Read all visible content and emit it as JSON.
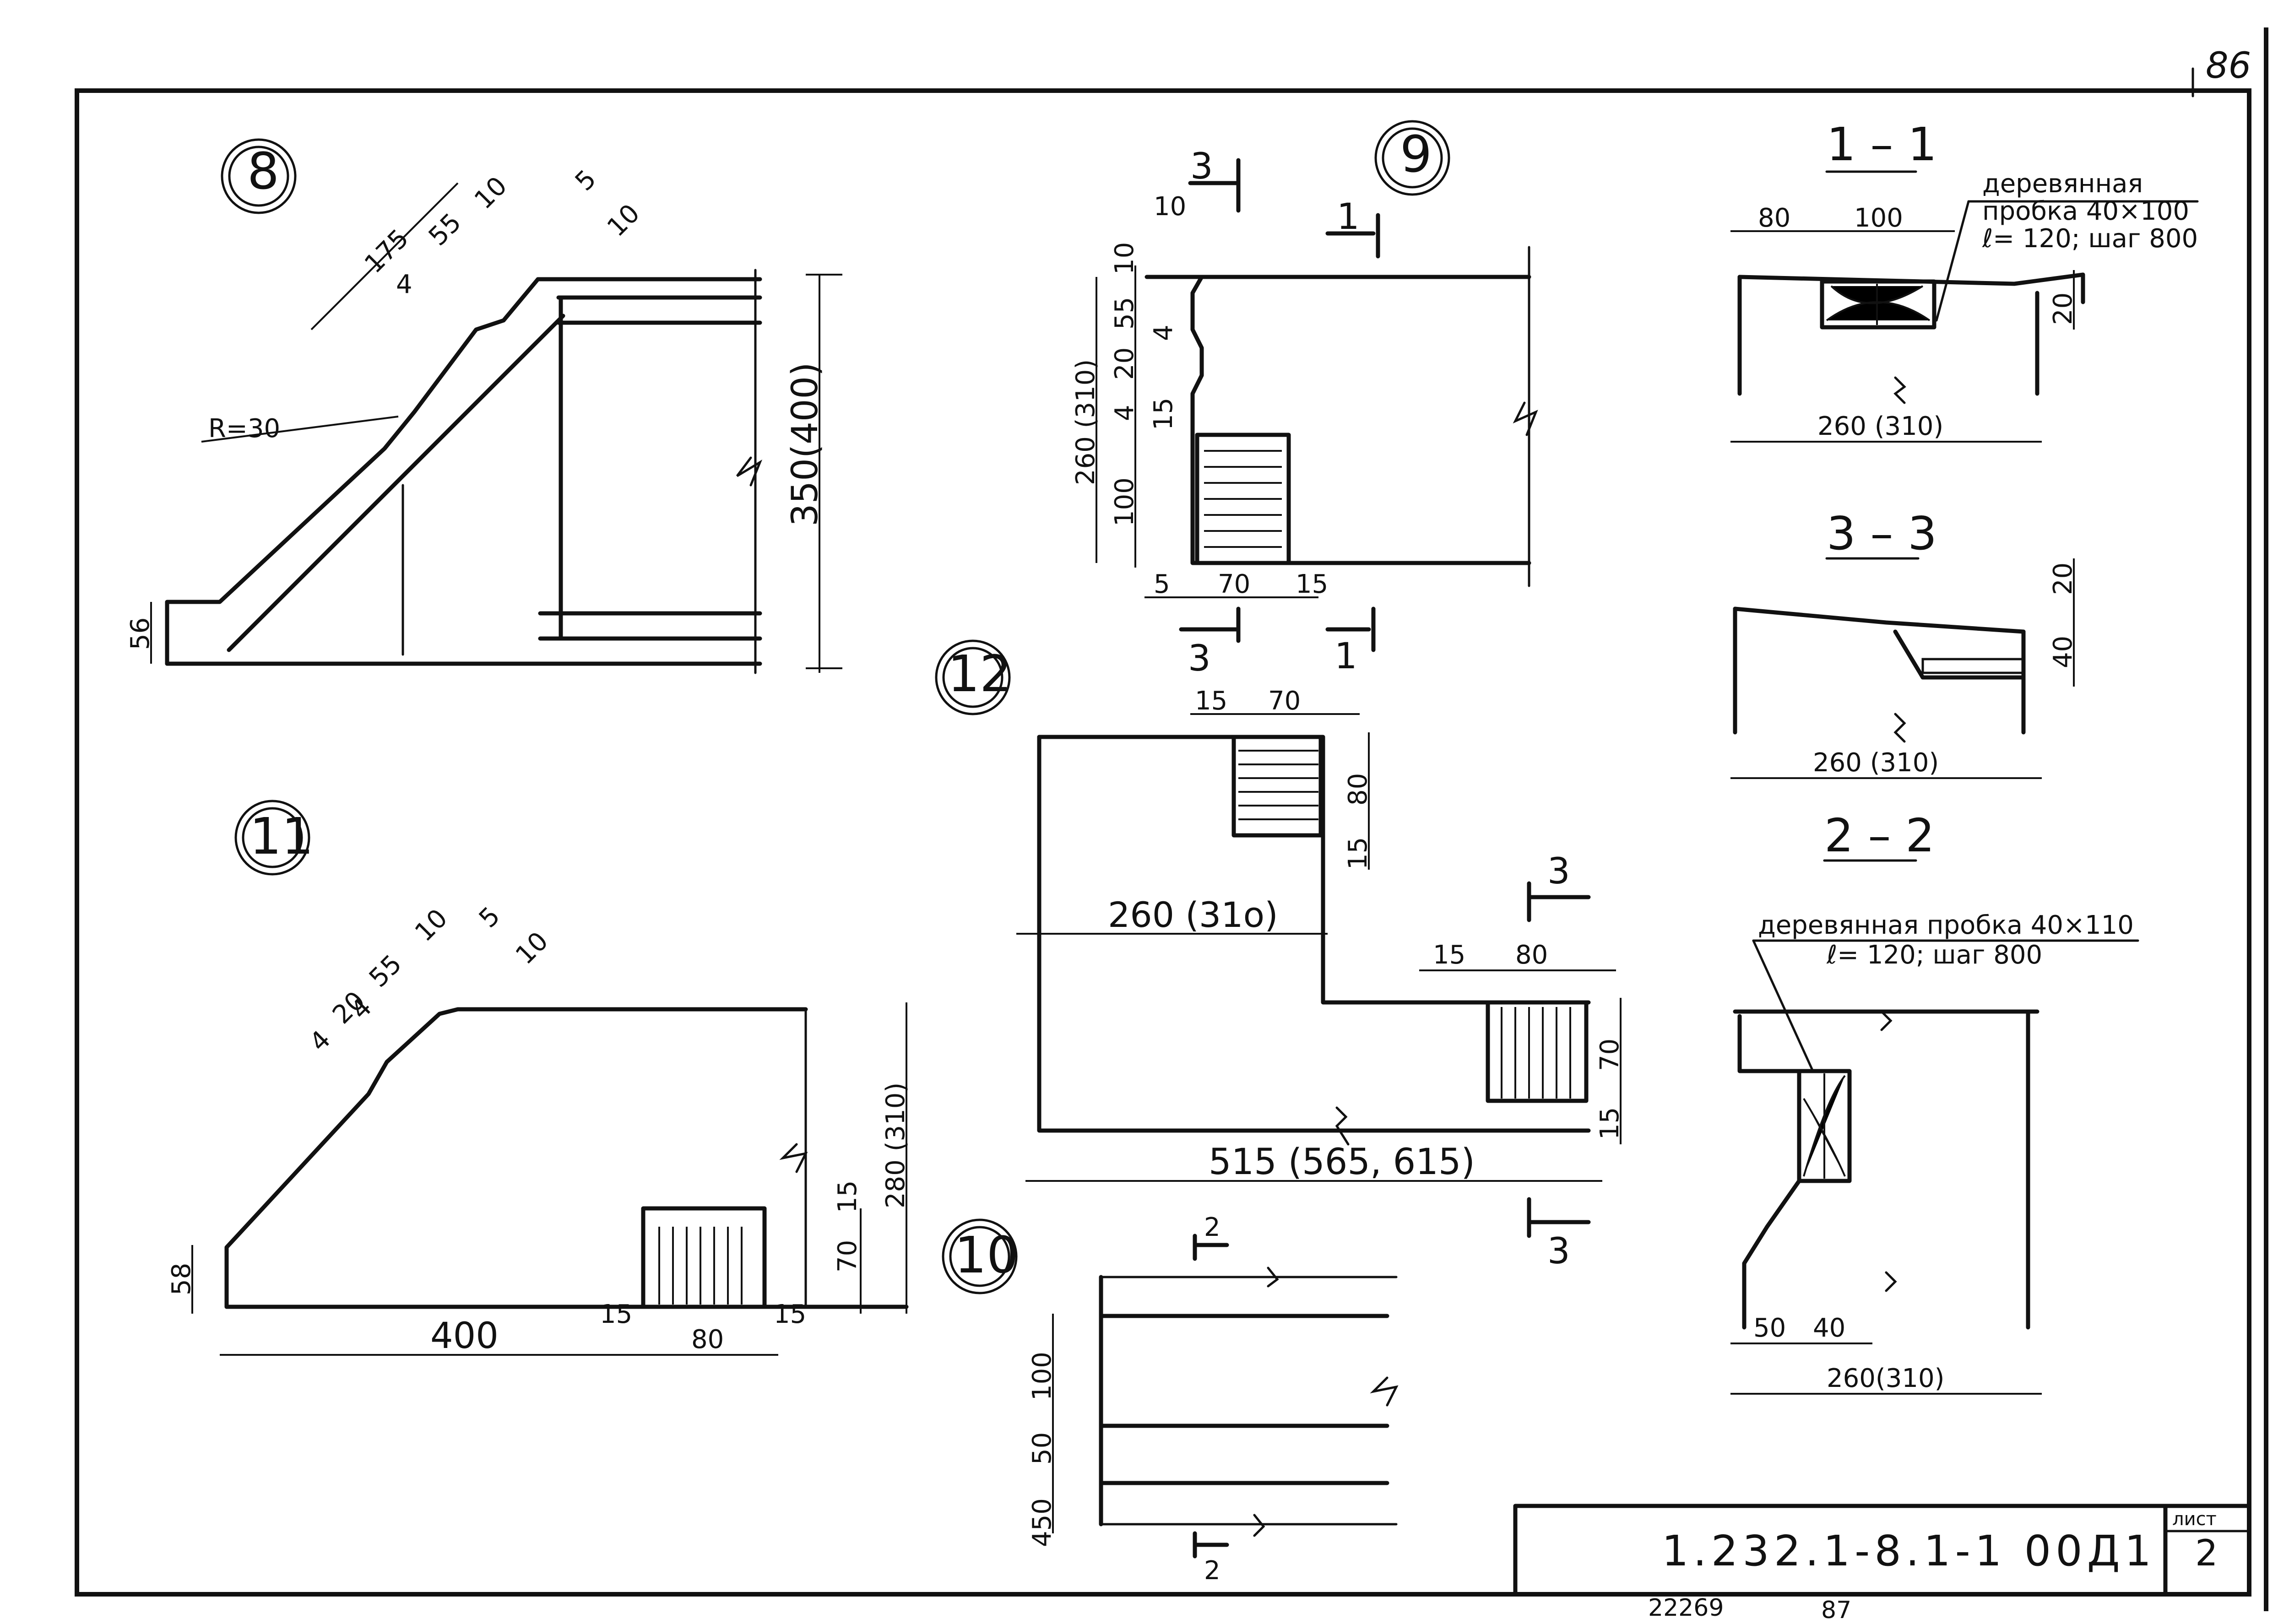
{
  "sheet": {
    "corner_page": "86",
    "title_code": "1.232.1-8.1-1 00Д1",
    "sheet_label": "лист",
    "sheet_number": "2",
    "bottom_number_left": "22269",
    "bottom_number_right": "87"
  },
  "node8": {
    "number": "8",
    "dims": [
      "175",
      "55",
      "10",
      "4",
      "5",
      "10",
      "350(400)",
      "56"
    ],
    "radius": "R=30"
  },
  "node9": {
    "number": "9",
    "cut_3": "3",
    "cut_1": "1",
    "dims_top": [
      "10"
    ],
    "dims_left": [
      "10",
      "55",
      "4",
      "20",
      "4",
      "15",
      "100"
    ],
    "dim_total": "260 (310)",
    "dims_bottom": [
      "5",
      "70",
      "15"
    ]
  },
  "node12": {
    "number": "12",
    "dims_top": [
      "15",
      "70"
    ],
    "dims_right_top": [
      "80",
      "15"
    ],
    "dim_mid": "260 (31о)",
    "dims_right_bottom": [
      "15",
      "80"
    ],
    "dims_right_side": [
      "70",
      "15"
    ],
    "dim_total": "515 (565, 615)",
    "cut": "3"
  },
  "node11": {
    "number": "11",
    "dims_chamfer": [
      "4",
      "20",
      "55",
      "10",
      "4",
      "5",
      "10"
    ],
    "dims_right": [
      "280 (310)",
      "15",
      "70"
    ],
    "dim_left": "58",
    "dims_bottom": [
      "400",
      "15",
      "80",
      "15"
    ]
  },
  "node10": {
    "number": "10",
    "cut": "2",
    "dims_left": [
      "100",
      "50",
      "450"
    ]
  },
  "section_1_1": {
    "title": "1 – 1",
    "note_line1": "деревянная",
    "note_line2": "пробка 40×100",
    "note_line3": "ℓ= 120; шаг 800",
    "dims_top": [
      "80",
      "100"
    ],
    "dim_right": "20",
    "dim_bottom": "260 (310)"
  },
  "section_3_3": {
    "title": "3 – 3",
    "dims_right": [
      "20",
      "40"
    ],
    "dim_bottom": "260 (310)"
  },
  "section_2_2": {
    "title": "2 – 2",
    "note_line1": "деревянная пробка 40×110",
    "note_line2": "ℓ= 120; шаг 800",
    "dims_bottom": [
      "50",
      "40"
    ],
    "dim_total": "260(310)"
  }
}
